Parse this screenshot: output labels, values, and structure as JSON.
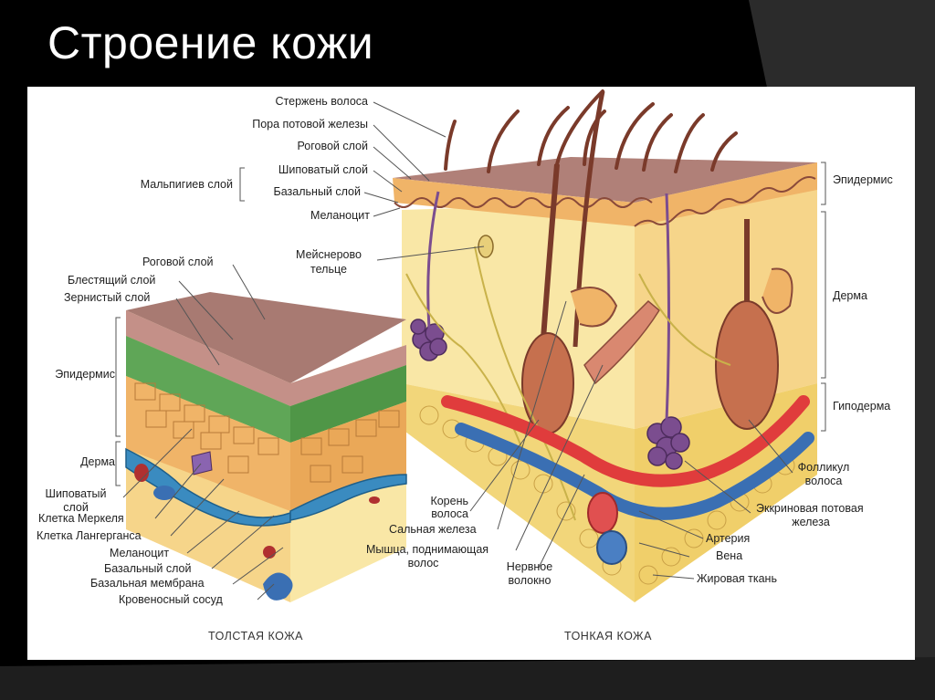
{
  "slide": {
    "title": "Строение кожи",
    "background": "#000000",
    "panel_color": "#ffffff"
  },
  "captions": {
    "thick": "ТОЛСТАЯ КОЖА",
    "thin": "ТОНКАЯ КОЖА"
  },
  "labels_top": {
    "hair_shaft": "Стержень волоса",
    "sweat_pore": "Пора потовой железы",
    "stratum_corneum": "Роговой слой",
    "malpighian": "Мальпигиев слой",
    "spinous": "Шиповатый слой",
    "basal": "Базальный слой",
    "melanocyte": "Меланоцит",
    "meissner_1": "Мейснерово",
    "meissner_2": "тельце"
  },
  "labels_thick": {
    "corneum": "Роговой слой",
    "lucidum": "Блестящий слой",
    "granulosum": "Зернистый слой",
    "epidermis": "Эпидермис",
    "dermis": "Дерма",
    "spinous_1": "Шиповатый",
    "spinous_2": "слой",
    "merkel": "Клетка Меркеля",
    "langerhans": "Клетка Лангерганса",
    "melanocyte": "Меланоцит",
    "basal": "Базальный слой",
    "membrane": "Базальная мембрана",
    "vessel": "Кровеносный сосуд"
  },
  "labels_thin_left": {
    "root_1": "Корень",
    "root_2": "волоса",
    "sebaceous": "Сальная железа",
    "muscle_1": "Мышца, поднимающая",
    "muscle_2": "волос",
    "nerve_1": "Нервное",
    "nerve_2": "волокно"
  },
  "labels_right": {
    "epidermis": "Эпидермис",
    "dermis": "Дерма",
    "hypodermis": "Гиподерма",
    "follicle_1": "Фолликул",
    "follicle_2": "волоса",
    "eccrine_1": "Эккриновая потовая",
    "eccrine_2": "железа",
    "artery": "Артерия",
    "vein": "Вена",
    "fat": "Жировая ткань"
  },
  "colors": {
    "epidermis_top": "#a87a72",
    "epidermis_side": "#f0b468",
    "dermis": "#f9e7a0",
    "green_layer": "#5fa657",
    "fat": "#f2d67a",
    "artery": "#e03c3c",
    "vein": "#3a6fb3",
    "hair": "#7a3a2a",
    "gland": "#7b4d8f"
  }
}
